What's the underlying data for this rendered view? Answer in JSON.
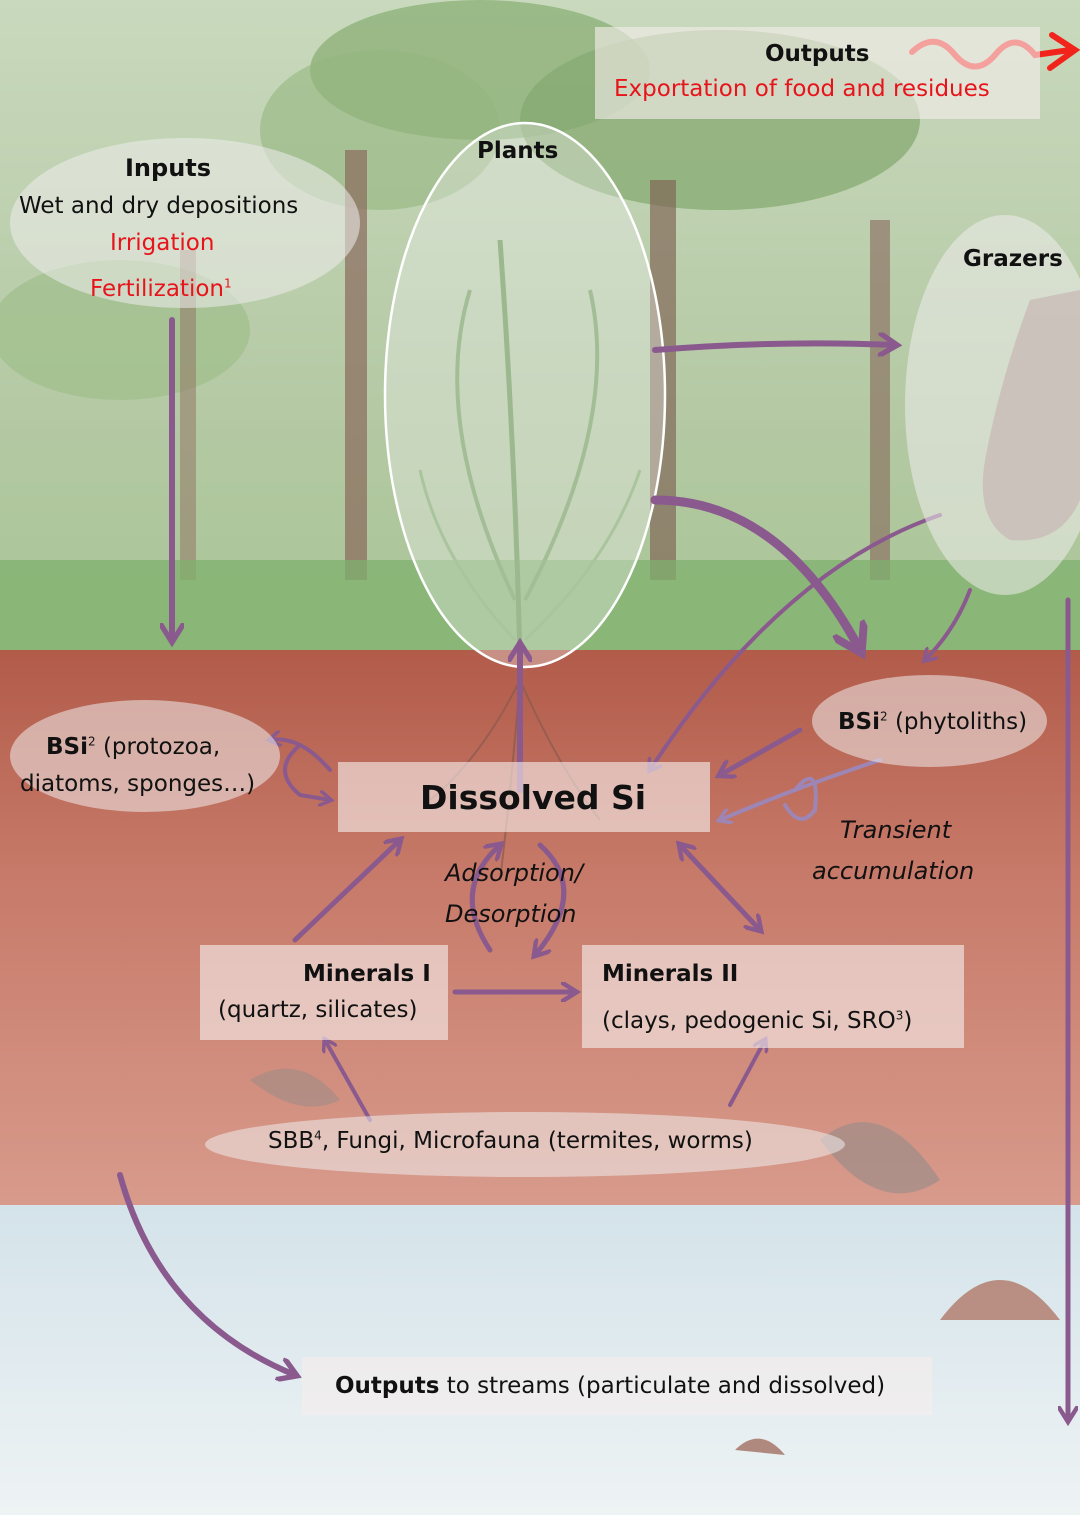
{
  "colors": {
    "arrow": "#8a5a8e",
    "red_text": "#e8141b",
    "outputs_arrow": "#f2231b",
    "soil": "#c27464",
    "water": "#d7e6ee"
  },
  "inputs": {
    "title": "Inputs",
    "line1": "Wet and dry depositions",
    "irrigation": "Irrigation",
    "fertilization": "Fertilization",
    "fertilization_note": "1"
  },
  "outputs_top": {
    "title": "Outputs",
    "subtitle": "Exportation of food and residues"
  },
  "plants": {
    "label": "Plants"
  },
  "grazers": {
    "label": "Grazers"
  },
  "bsi_left": {
    "label": "BSi",
    "note": "2",
    "line1": "(protozoa,",
    "line2": "diatoms, sponges…)"
  },
  "bsi_right": {
    "label": "BSi",
    "note": "2",
    "text": "(phytoliths)"
  },
  "dissolved": {
    "label": "Dissolved Si"
  },
  "transient": {
    "line1": "Transient",
    "line2": "accumulation"
  },
  "adsorption": {
    "line1": "Adsorption/",
    "line2": "Desorption"
  },
  "minerals1": {
    "title": "Minerals I",
    "text": "(quartz, silicates)"
  },
  "minerals2": {
    "title": "Minerals II",
    "text": "(clays, pedogenic Si, SRO",
    "note": "3",
    "close": ")"
  },
  "biota": {
    "prefix": "SBB",
    "note": "4",
    "text": ", Fungi, Microfauna (termites, worms)"
  },
  "outputs_bottom": {
    "title": "Outputs",
    "text": " to streams (particulate and dissolved)"
  }
}
